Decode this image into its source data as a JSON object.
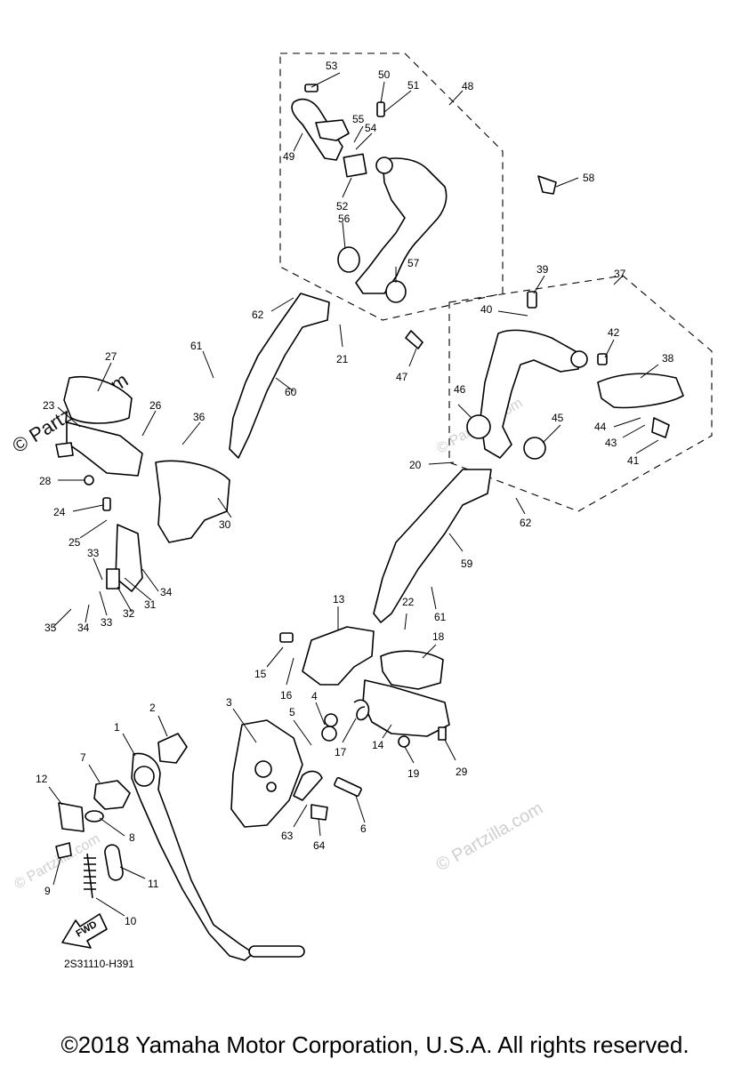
{
  "diagram_code": "2S31110-H391",
  "fwd_label": "FWD",
  "watermark": "© Partzilla.com",
  "copyright": "©2018 Yamaha Motor Corporation, U.S.A. All rights reserved.",
  "callouts": {
    "c1": "1",
    "c2": "2",
    "c3": "3",
    "c4": "4",
    "c5": "5",
    "c6": "6",
    "c7": "7",
    "c8": "8",
    "c9": "9",
    "c10": "10",
    "c11": "11",
    "c12": "12",
    "c13": "13",
    "c14": "14",
    "c15": "15",
    "c16": "16",
    "c17": "17",
    "c18": "18",
    "c19": "19",
    "c20": "20",
    "c21": "21",
    "c22": "22",
    "c23": "23",
    "c24": "24",
    "c25": "25",
    "c26": "26",
    "c27": "27",
    "c28": "28",
    "c29": "29",
    "c30": "30",
    "c31": "31",
    "c32": "32",
    "c33": "33",
    "c34": "34",
    "c35": "35",
    "c36": "36",
    "c37": "37",
    "c38": "38",
    "c39": "39",
    "c40": "40",
    "c41": "41",
    "c42": "42",
    "c43": "43",
    "c44": "44",
    "c45": "45",
    "c46": "46",
    "c47": "47",
    "c48": "48",
    "c49": "49",
    "c50": "50",
    "c51": "51",
    "c52": "52",
    "c53": "53",
    "c54": "54",
    "c55": "55",
    "c56": "56",
    "c57": "57",
    "c58": "58",
    "c59": "59",
    "c60": "60",
    "c61": "61",
    "c62": "62",
    "c63": "63",
    "c64": "64"
  }
}
